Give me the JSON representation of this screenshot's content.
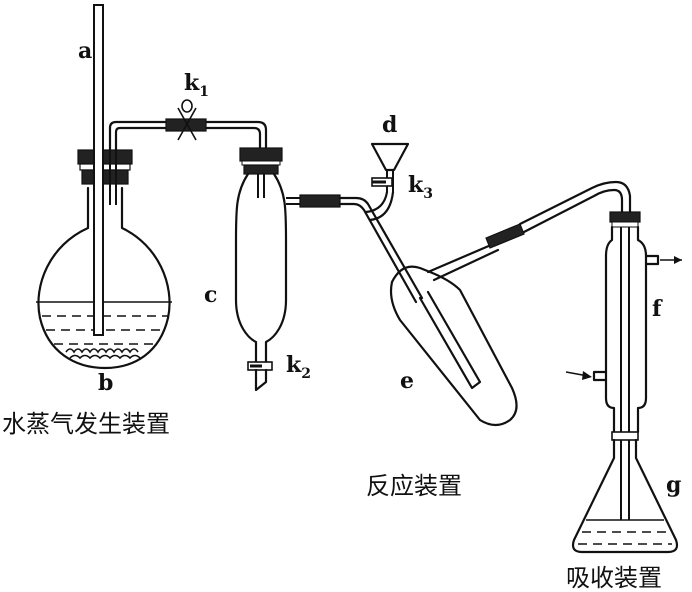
{
  "labels": {
    "a": "a",
    "b": "b",
    "c": "c",
    "d": "d",
    "e": "e",
    "f": "f",
    "g": "g",
    "k1": "k",
    "k1_sub": "1",
    "k2": "k",
    "k2_sub": "2",
    "k3": "k",
    "k3_sub": "3"
  },
  "captions": {
    "steam_generator": "水蒸气发生装置",
    "reaction": "反应装置",
    "absorption": "吸收装置"
  },
  "icons": [
    "round-bottom-flask",
    "separatory-funnel",
    "dropping-funnel",
    "reaction-tube",
    "condenser",
    "erlenmeyer-flask"
  ]
}
